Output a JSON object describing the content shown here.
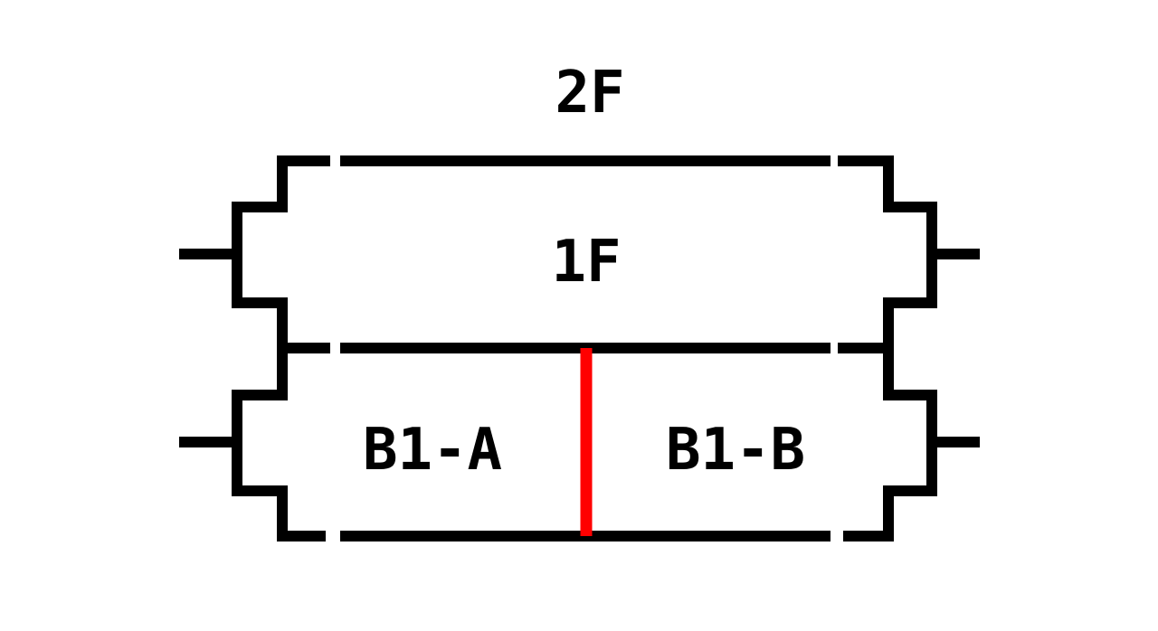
{
  "floors": {
    "top_label": "2F",
    "middle_label": "1F",
    "basement_left_label": "B1-A",
    "basement_right_label": "B1-B"
  },
  "colors": {
    "structure": "#000000",
    "divider": "#ff0000",
    "background": "#ffffff"
  }
}
